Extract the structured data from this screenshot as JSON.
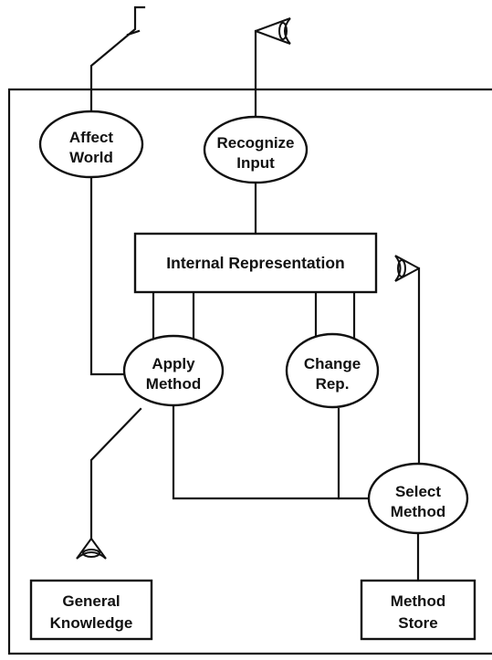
{
  "nodes": {
    "affect_world": {
      "line1": "Affect",
      "line2": "World"
    },
    "recognize_input": {
      "line1": "Recognize",
      "line2": "Input"
    },
    "internal_representation": {
      "label": "Internal Representation"
    },
    "apply_method": {
      "line1": "Apply",
      "line2": "Method"
    },
    "change_rep": {
      "line1": "Change",
      "line2": "Rep."
    },
    "select_method": {
      "line1": "Select",
      "line2": "Method"
    },
    "general_knowledge": {
      "line1": "General",
      "line2": "Knowledge"
    },
    "method_store": {
      "line1": "Method",
      "line2": "Store"
    }
  },
  "icons": [
    "hand-icon",
    "eye-icon"
  ]
}
